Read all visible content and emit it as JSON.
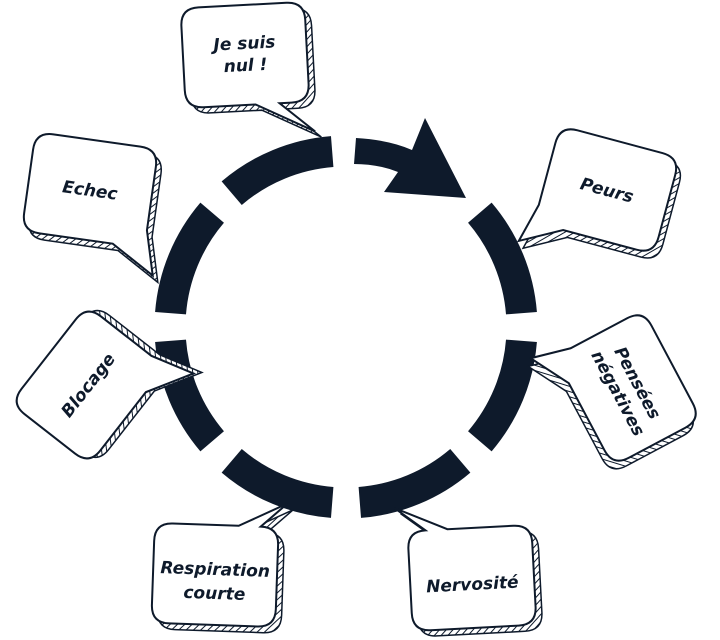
{
  "colors": {
    "ink": "#0e1a2b",
    "bubble_fill": "#ffffff"
  },
  "cycle": {
    "segments": 8,
    "arrow_segment": "top-right",
    "direction": "clockwise"
  },
  "bubbles": [
    {
      "id": "je-suis-nul",
      "lines": [
        "Je suis",
        "nul !"
      ]
    },
    {
      "id": "peurs",
      "lines": [
        "Peurs"
      ]
    },
    {
      "id": "pensees-negatives",
      "lines": [
        "Pensées",
        "négatives"
      ]
    },
    {
      "id": "nervosite",
      "lines": [
        "Nervosité"
      ]
    },
    {
      "id": "respiration-courte",
      "lines": [
        "Respiration",
        "courte"
      ]
    },
    {
      "id": "blocage",
      "lines": [
        "Blocage"
      ]
    },
    {
      "id": "echec",
      "lines": [
        "Echec"
      ]
    }
  ]
}
